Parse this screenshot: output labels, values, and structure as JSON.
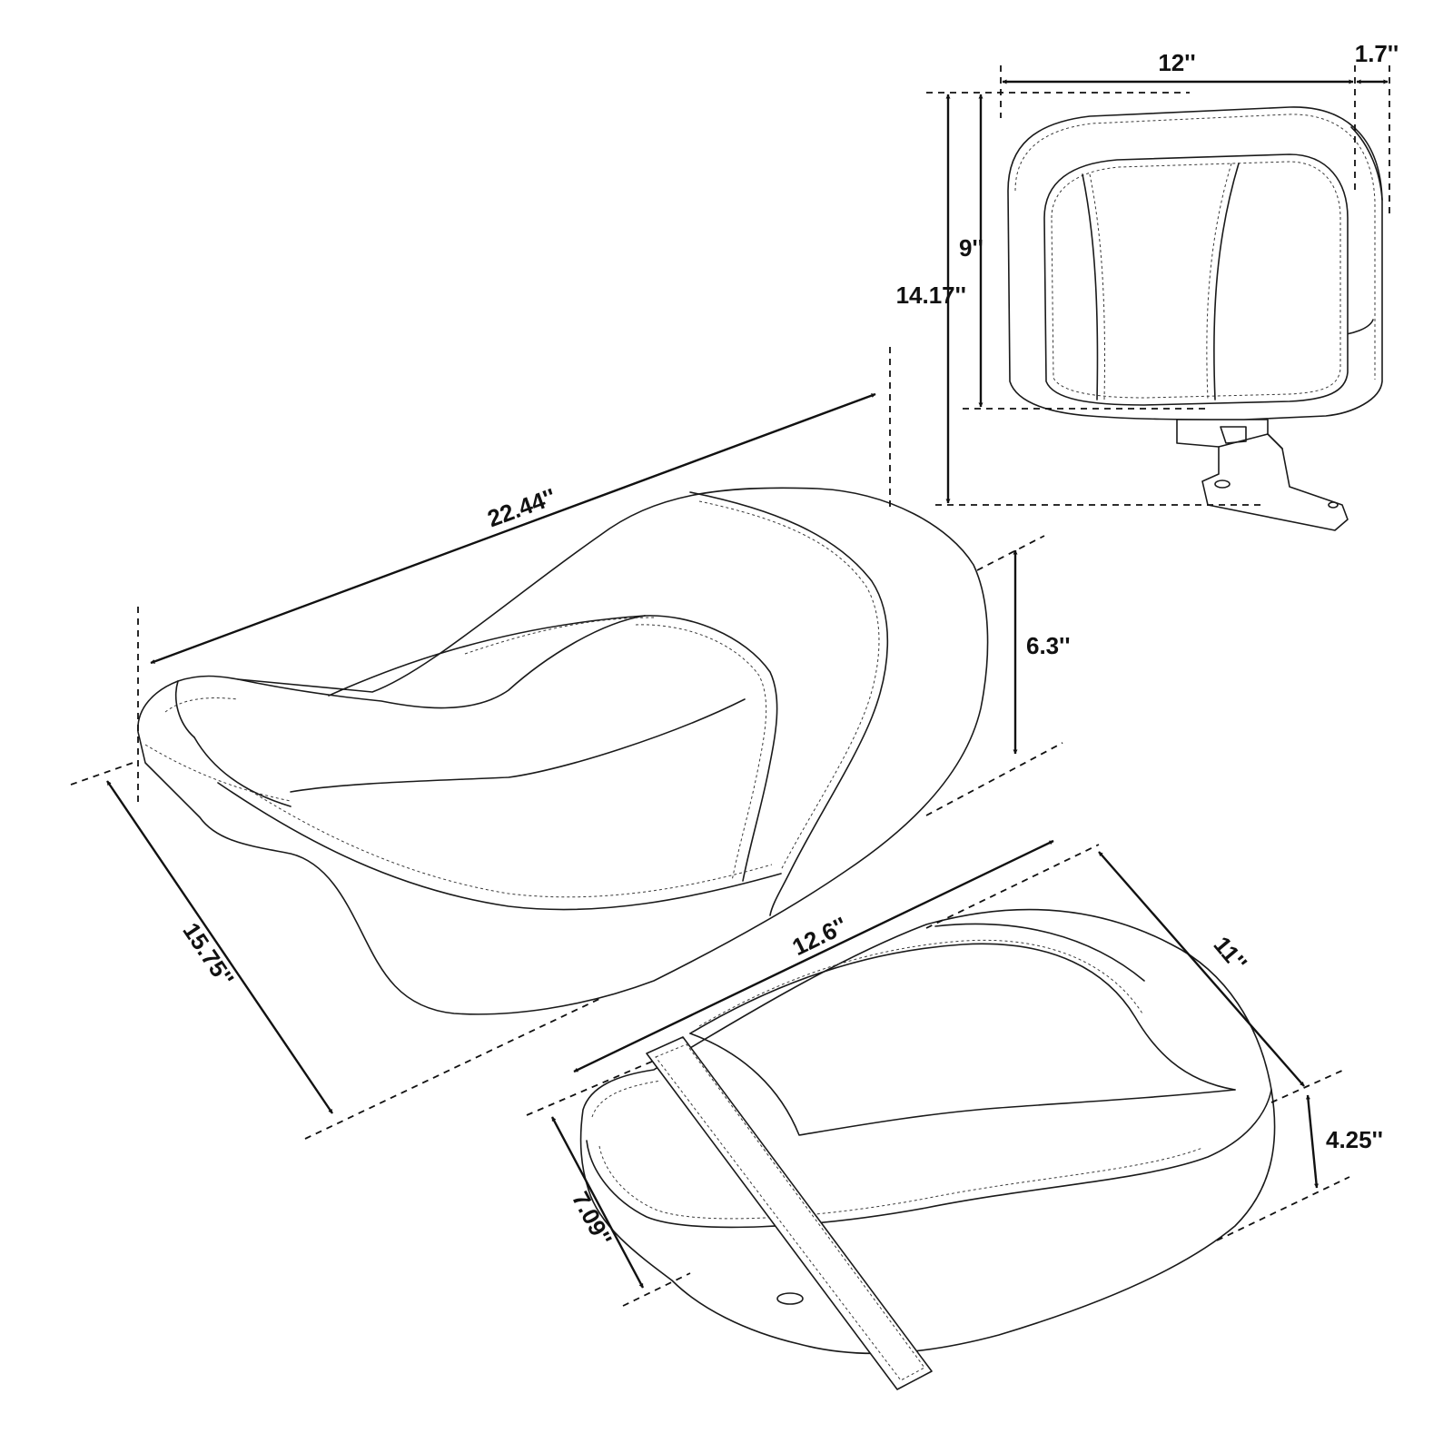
{
  "colors": {
    "ink": "#111111",
    "background": "#ffffff"
  },
  "dimensions": {
    "backrest_width": "12''",
    "backrest_depth": "1.7''",
    "backrest_pad_height": "9''",
    "backrest_total_height": "14.17''",
    "seat_length": "22.44''",
    "seat_height": "6.3''",
    "seat_width": "15.75''",
    "passenger_length": "12.6''",
    "passenger_width": "11''",
    "passenger_height": "4.25''",
    "passenger_front_width": "7.09''"
  }
}
